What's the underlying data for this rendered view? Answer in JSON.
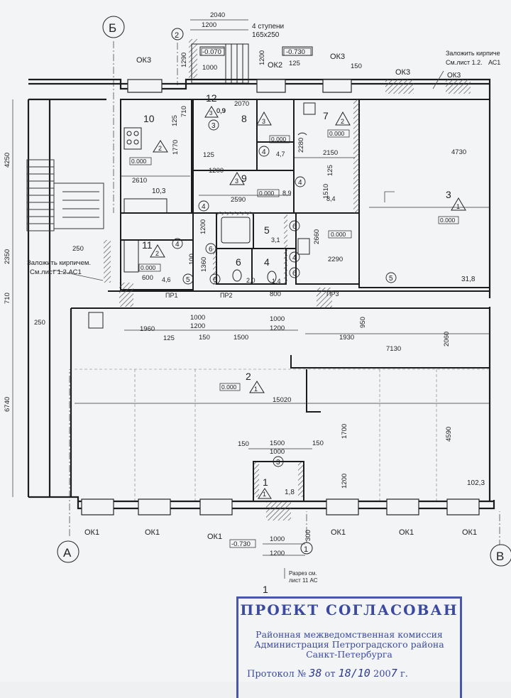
{
  "axes": {
    "b": "Б",
    "a": "А",
    "v": "В",
    "n1": "1",
    "n2": "2"
  },
  "openings": {
    "ok3_labels": [
      "ОК3",
      "ОК3",
      "ОК3",
      "ОК3"
    ],
    "ok2": "ОК2",
    "ok1_labels": [
      "ОК1",
      "ОК1",
      "ОК1",
      "ОК1",
      "ОК1",
      "ОК1"
    ],
    "pr1": "ПР1",
    "pr2": "ПР2",
    "pr3": "ПР3"
  },
  "notes": {
    "steps": "4 ступени",
    "steps_size": "165х250",
    "brick_top_1": "Заложить кирпиче",
    "brick_top_2": "См.лист 1.2.",
    "brick_top_3": "АС1",
    "brick_left_1": "Заложить кирпичем.",
    "brick_left_2": "См.лист 1.2.АС1",
    "section_1": "Разрез см.",
    "section_2": "лист 11 АС",
    "section_num": "1"
  },
  "levels": {
    "l1": "-0.070",
    "l2": "-0.730",
    "l3": "-0.730"
  },
  "rooms": [
    {
      "num": "1",
      "area": "1,8",
      "tri": "1"
    },
    {
      "num": "2",
      "area": "0.000",
      "tri": "1"
    },
    {
      "num": "3",
      "area": "0.000",
      "tri": "1",
      "total": "31,8"
    },
    {
      "num": "4",
      "area": "1,4"
    },
    {
      "num": "5",
      "area": "3,1",
      "level": "0.000"
    },
    {
      "num": "6",
      "area": "2,0"
    },
    {
      "num": "7",
      "area": "8,4",
      "level": "0.000",
      "tri": "2"
    },
    {
      "num": "8",
      "area": "4,7",
      "level": "0.000",
      "tri": "3"
    },
    {
      "num": "9",
      "area": "8,9",
      "level": "0.000",
      "tri": "3"
    },
    {
      "num": "10",
      "area": "10,3",
      "level": "0.000",
      "tri": "2"
    },
    {
      "num": "11",
      "area": "4,6",
      "level": "0.000",
      "tri": "2"
    },
    {
      "num": "12",
      "area": "0,9",
      "tri": "3"
    }
  ],
  "room2_area": "102,3",
  "dims": {
    "d2040": "2040",
    "d1200a": "1200",
    "d1000a": "1000",
    "d1290": "1290",
    "d1200b": "1200",
    "d125a": "125",
    "d150a": "150",
    "d2070": "2070",
    "d710": "710",
    "d125b": "125",
    "d1770": "1770",
    "d125c": "125",
    "d1200c": "1200",
    "d2610": "2610",
    "d2590": "2590",
    "d2280": "2280",
    "d2150": "2150",
    "d125d": "125",
    "d1510": "1510",
    "d4730": "4730",
    "d1200d": "1200",
    "d2660": "2660",
    "d2290": "2290",
    "d1360": "1360",
    "d100": "100",
    "d600": "600",
    "d800": "800",
    "d4250": "4250",
    "d2350": "2350",
    "d710b": "710",
    "d250a": "250",
    "d250b": "250",
    "d6740": "6740",
    "d1000b": "1000",
    "d1960": "1960",
    "d1200e": "1200",
    "d125e": "125",
    "d150b": "150",
    "d1500a": "1500",
    "d1000c": "1000",
    "d1200f": "1200",
    "d950": "950",
    "d1930": "1930",
    "d7130": "7130",
    "d2060": "2060",
    "d15020": "15020",
    "d1700": "1700",
    "d150c": "150",
    "d1500b": "1500",
    "d1000d": "1000",
    "d150d": "150",
    "d4590": "4590",
    "d1200g": "1200",
    "d1000e": "1000",
    "d1200h": "1200",
    "d300": "300",
    "d0_9": "0,9"
  },
  "stamp": {
    "title": "ПРОЕКТ СОГЛАСОВАН",
    "line1": "Районная межведомственная комиссия",
    "line2": "Администрация Петроградского района",
    "line3": "Санкт-Петербурга",
    "protocol": "Протокол №",
    "protocol_num": "38",
    "from": "от",
    "date": "18/10",
    "year": "200",
    "year_digit": "7",
    "g": "г."
  },
  "colors": {
    "wall": "#1c1c1c",
    "hatch": "#6b6b6b",
    "stamp": "#3b4aa0",
    "paper": "#f3f4f6"
  }
}
